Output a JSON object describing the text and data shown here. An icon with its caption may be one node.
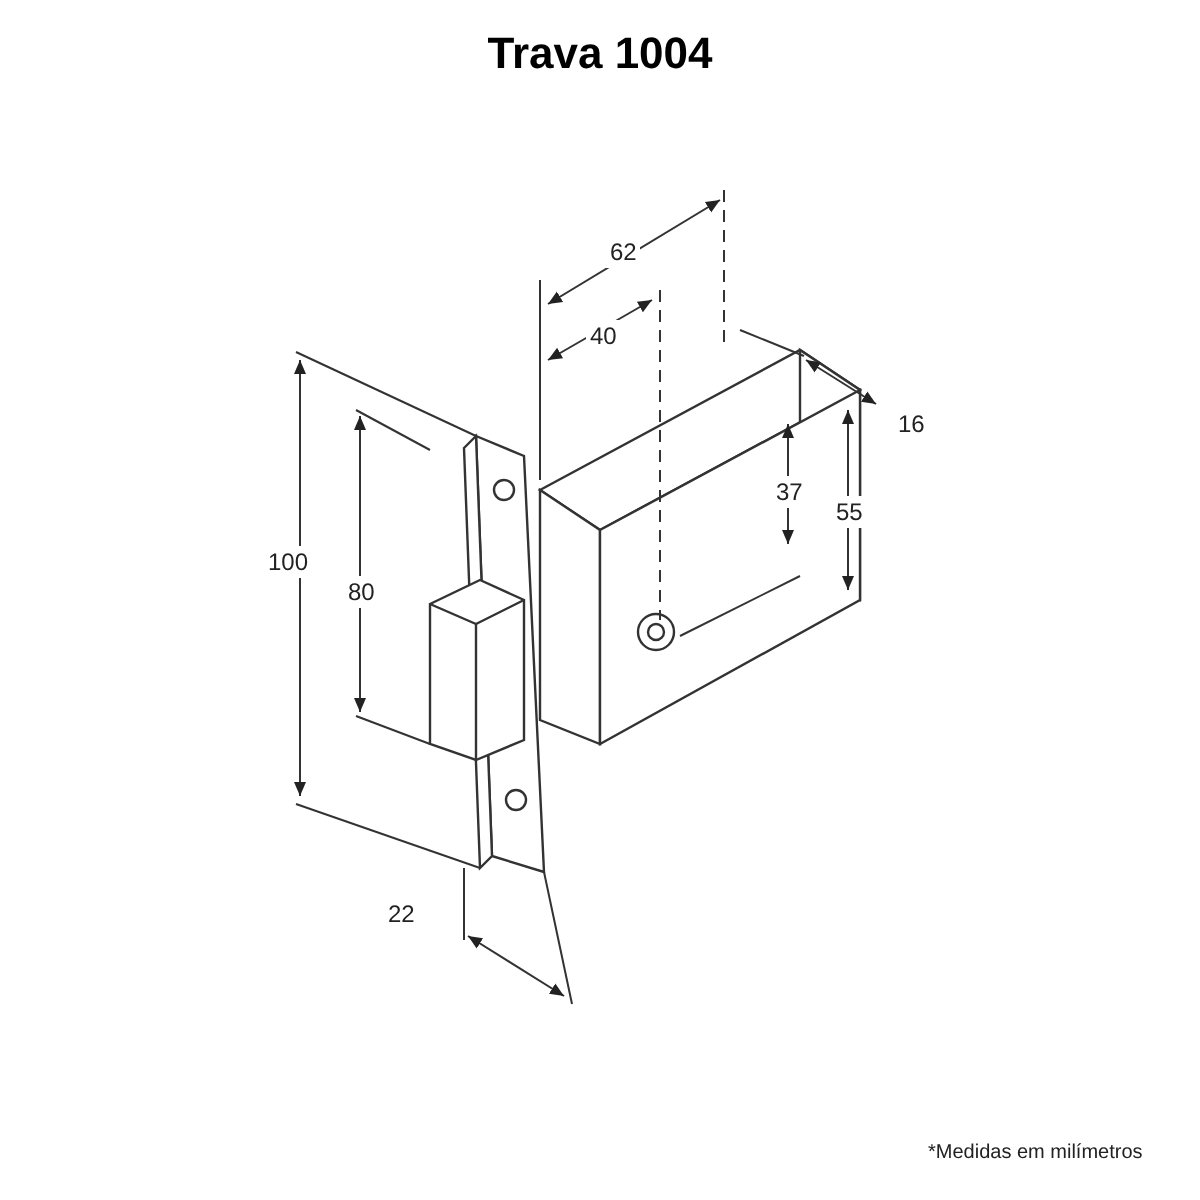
{
  "diagram": {
    "title": "Trava 1004",
    "labels": [
      "62",
      "40",
      "16",
      "37",
      "55",
      "100",
      "80",
      "22",
      "*Medidas em milímetros"
    ]
  }
}
